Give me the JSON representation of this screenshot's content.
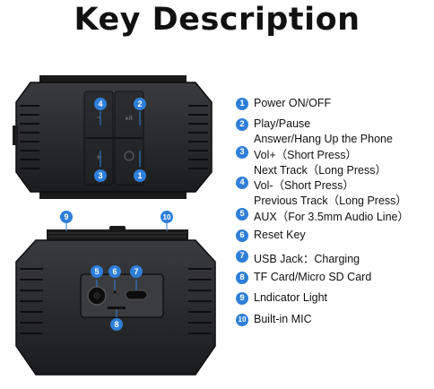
{
  "title": "Key Description",
  "colors": {
    "badge": "#2f7fd9",
    "speaker_body": "#2a2b2d",
    "speaker_dark": "#121314"
  },
  "badges_top": [
    "4",
    "2",
    "3",
    "1"
  ],
  "badges_bottom": [
    "9",
    "10",
    "5",
    "6",
    "7",
    "8"
  ],
  "legend": [
    {
      "num": "1",
      "lines": [
        "Power ON/OFF"
      ]
    },
    {
      "num": "2",
      "lines": [
        "Play/Pause",
        "Answer/Hang Up the Phone"
      ]
    },
    {
      "num": "3",
      "lines": [
        "Vol+（Short Press）",
        "Next Track（Long Press）"
      ]
    },
    {
      "num": "4",
      "lines": [
        "Vol-（Short Press）",
        "Previous Track（Long Press）"
      ]
    },
    {
      "num": "5",
      "lines": [
        "AUX（For 3.5mm Audio Line）"
      ]
    },
    {
      "num": "6",
      "lines": [
        "Reset Key"
      ]
    },
    {
      "num": "7",
      "lines": [
        "USB Jack：Charging"
      ]
    },
    {
      "num": "8",
      "lines": [
        "TF Card/Micro SD Card"
      ]
    },
    {
      "num": "9",
      "lines": [
        "Lndicator Light"
      ]
    },
    {
      "num": "10",
      "lines": [
        "Built-in MIC"
      ]
    }
  ]
}
